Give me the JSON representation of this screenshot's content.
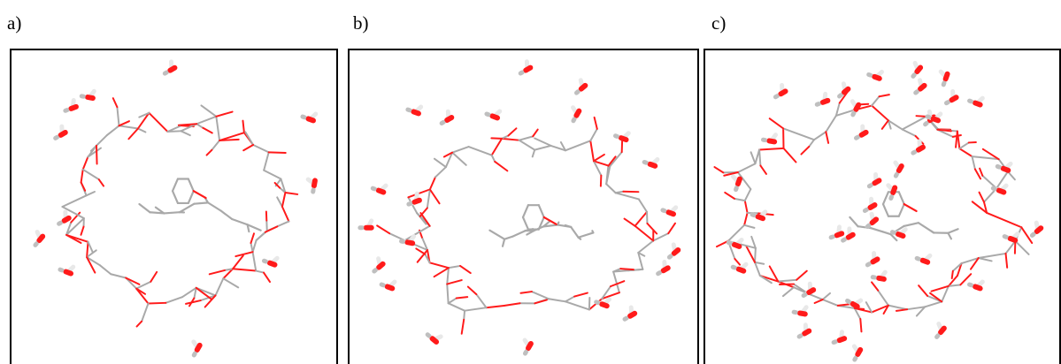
{
  "panels": [
    {
      "label": "a)"
    },
    {
      "label": "b)"
    },
    {
      "label": "c)"
    }
  ],
  "colors": {
    "carbon": "#a9a9a9",
    "oxygen": "#ff1a1a",
    "hydrogen": "#e8e8e8",
    "border": "#000000"
  }
}
